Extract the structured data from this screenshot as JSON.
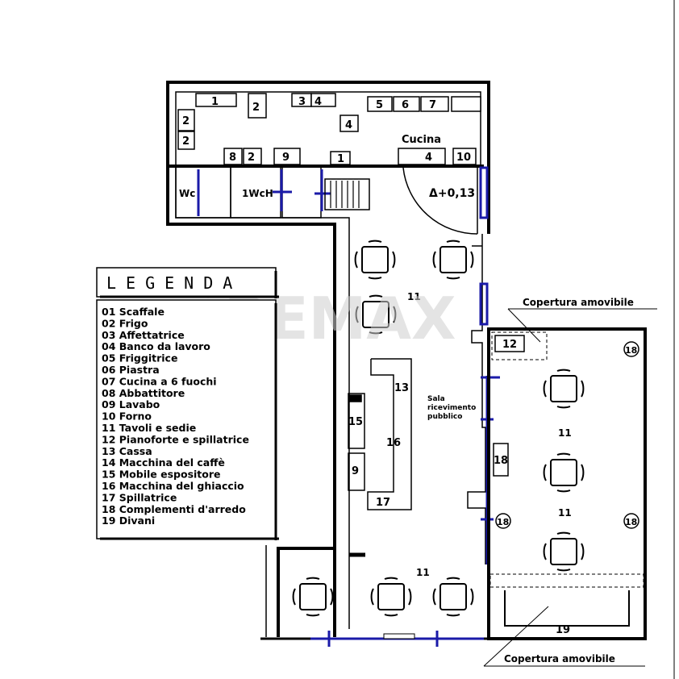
{
  "legend": {
    "title": "LEGENDA",
    "items": [
      "01 Scaffale",
      "02 Frigo",
      "03 Affettatrice",
      "04 Banco da lavoro",
      "05 Friggitrice",
      "06 Piastra",
      "07 Cucina a 6 fuochi",
      "08 Abbattitore",
      "09 Lavabo",
      "10 Forno",
      "11 Tavoli e sedie",
      "12 Pianoforte e spillatrice",
      "13 Cassa",
      "14 Macchina del caffè",
      "15 Mobile espositore",
      "16 Macchina del ghiaccio",
      "17 Spillatrice",
      "18 Complementi d'arredo",
      "19 Divani"
    ]
  },
  "rooms": {
    "kitchen": "Cucina",
    "level": "Δ+0,13",
    "wc": "Wc",
    "wch": "1WcH",
    "hall": "Sala ricevimento pubblico",
    "hall_line1": "Sala",
    "hall_line2": "ricevimento",
    "hall_line3": "pubblico",
    "cover_top": "Copertura amovibile",
    "cover_bottom": "Copertura amovibile"
  },
  "watermark": "REMAX",
  "colors": {
    "wall": "#000000",
    "glazing": "#1a1aa8",
    "watermark": "#cfcfcf",
    "watermark_red": "#e05050"
  },
  "fixture_labels": {
    "n1": "1",
    "n2": "2",
    "n3": "3",
    "n4": "4",
    "n5": "5",
    "n6": "6",
    "n7": "7",
    "n8": "8",
    "n9": "9",
    "n10": "10",
    "n11": "11",
    "n12": "12",
    "n13": "13",
    "n15": "15",
    "n16": "16",
    "n17": "17",
    "n18": "18",
    "n19": "19"
  }
}
